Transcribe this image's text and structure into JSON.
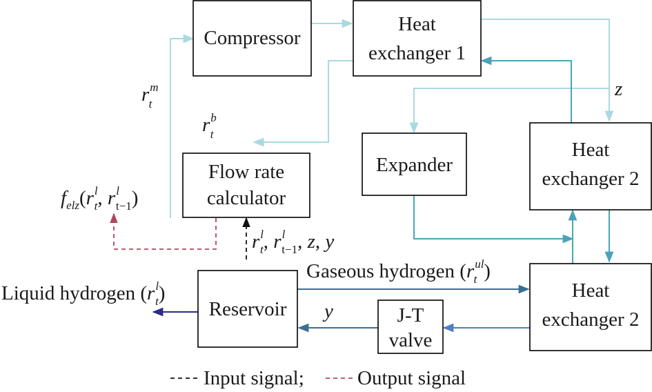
{
  "blocks": {
    "compressor": "Compressor",
    "heat_exchanger_1": [
      "Heat",
      "exchanger 1"
    ],
    "heat_exchanger_2_upper": [
      "Heat",
      "exchanger 2"
    ],
    "heat_exchanger_2_lower": [
      "Heat",
      "exchanger 2"
    ],
    "expander": "Expander",
    "flow_rate_calculator": [
      "Flow rate",
      "calculator"
    ],
    "reservoir": "Reservoir",
    "jt_valve": [
      "J-T",
      "valve"
    ]
  },
  "flows": {
    "gaseous_hydrogen": "Gaseous hydrogen",
    "liquid_hydrogen": "Liquid hydrogen",
    "z": "z",
    "y": "y"
  },
  "legend": {
    "input_signal": "Input signal;",
    "output_signal": "Output signal"
  },
  "colors": {
    "light_cyan": "#a9d9e0",
    "teal": "#4aa3b8",
    "steel_blue": "#3a6f95",
    "blue": "#4f7fc4",
    "navy": "#2b2b8a",
    "output_signal": "#b0475a",
    "input_signal": "#111111"
  }
}
